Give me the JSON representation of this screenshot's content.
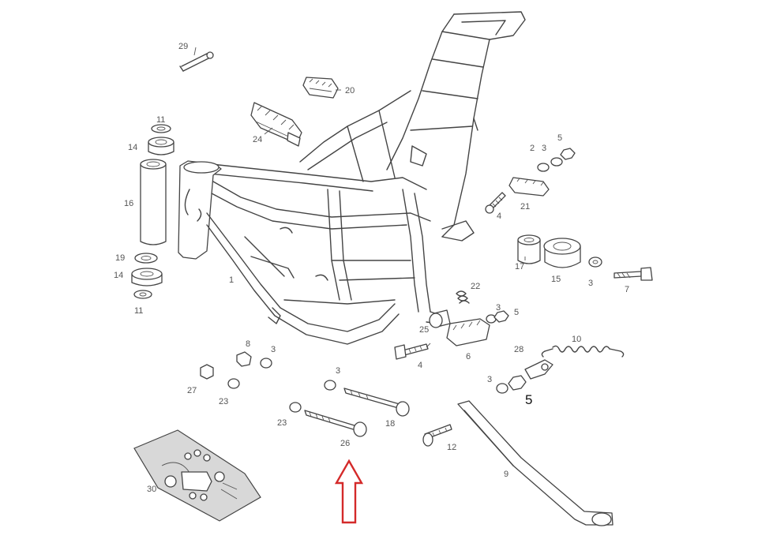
{
  "diagram": {
    "part_labels": {
      "p1": "1",
      "p2": "2",
      "p3a": "3",
      "p3b": "3",
      "p3c": "3",
      "p3d": "3",
      "p3e": "3",
      "p3f": "3",
      "p4a": "4",
      "p4b": "4",
      "p5a": "5",
      "p5b": "5",
      "p5c": "5",
      "p6": "6",
      "p7": "7",
      "p8": "8",
      "p9": "9",
      "p10": "10",
      "p11a": "11",
      "p11b": "11",
      "p12": "12",
      "p14a": "14",
      "p14b": "14",
      "p15": "15",
      "p16": "16",
      "p17": "17",
      "p18": "18",
      "p19": "19",
      "p20": "20",
      "p21": "21",
      "p22": "22",
      "p23a": "23",
      "p23b": "23",
      "p24": "24",
      "p25": "25",
      "p26": "26",
      "p27": "27",
      "p28": "28",
      "p29": "29",
      "p30": "30"
    },
    "highlight_color": "#d42a2a"
  }
}
